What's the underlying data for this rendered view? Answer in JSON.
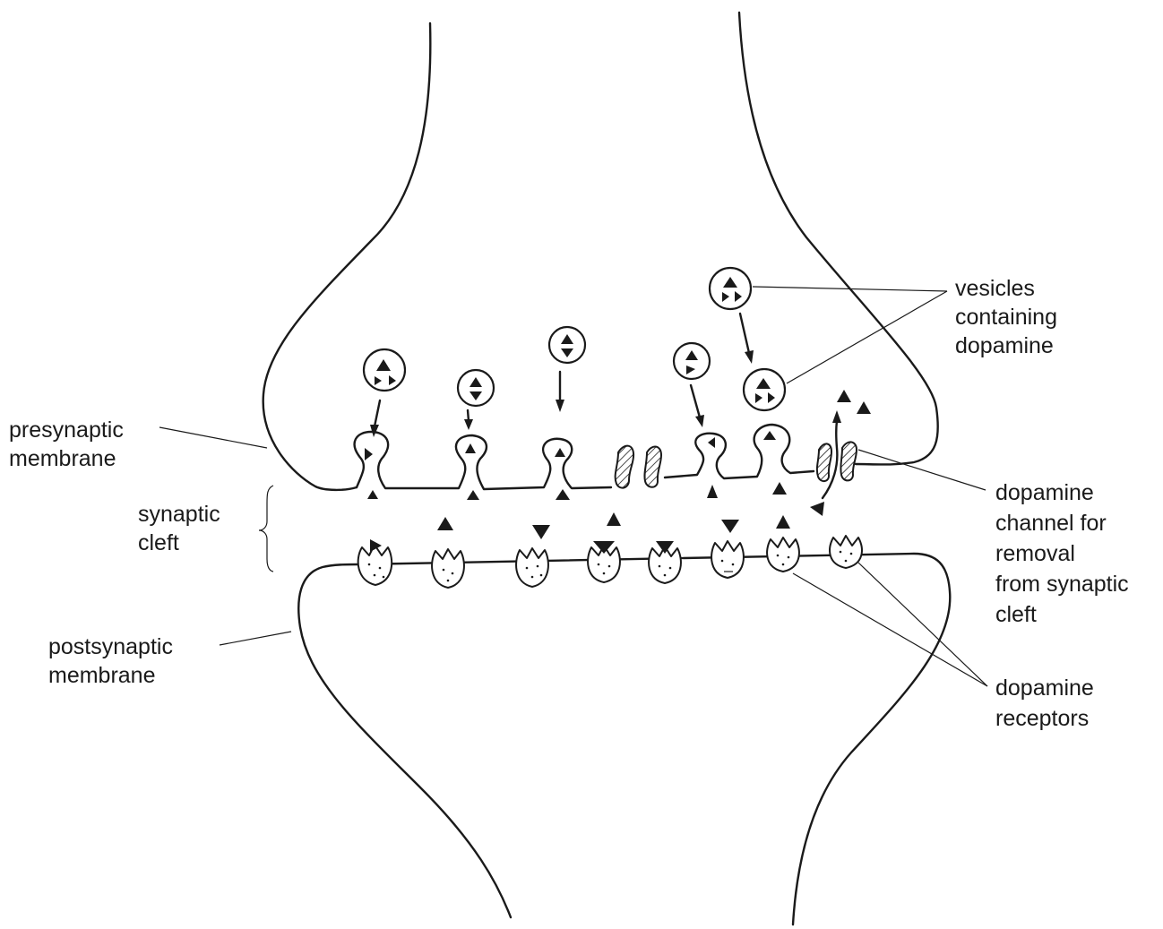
{
  "labels": {
    "presynaptic": [
      "presynaptic",
      "membrane"
    ],
    "synaptic_cleft": [
      "synaptic",
      "cleft"
    ],
    "postsynaptic": [
      "postsynaptic",
      "membrane"
    ],
    "vesicles": [
      "vesicles",
      "containing",
      "dopamine"
    ],
    "channel": [
      "dopamine",
      "channel for",
      "removal",
      "from synaptic",
      "cleft"
    ],
    "receptors": [
      "dopamine",
      "receptors"
    ]
  },
  "colors": {
    "ink": "#1a1a1a",
    "background": "#ffffff"
  },
  "icons": {
    "vesicle": "vesicle-icon",
    "dopamine": "dopamine-triangle-icon",
    "receptor": "dopamine-receptor-icon",
    "channel": "dopamine-channel-icon"
  }
}
